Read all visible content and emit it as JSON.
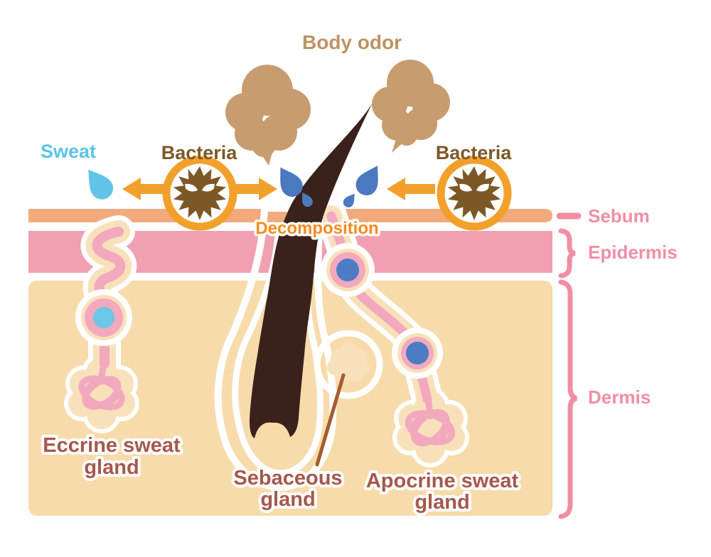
{
  "title": "Body odor formation in skin cross-section",
  "labels": {
    "body_odor": "Body odor",
    "sweat": "Sweat",
    "bacteria_left": "Bacteria",
    "bacteria_right": "Bacteria",
    "decomposition": "Decomposition",
    "sebum": "Sebum",
    "epidermis": "Epidermis",
    "dermis": "Dermis"
  },
  "glands": {
    "eccrine": [
      "Eccrine sweat",
      "gland"
    ],
    "sebaceous": [
      "Sebaceous",
      "gland"
    ],
    "apocrine": [
      "Apocrine sweat",
      "gland"
    ]
  },
  "icons": {
    "bacteria": "spiky-microbe-with-angry-eyes-in-orange-ring",
    "odor_cloud": "smoke-puff-cloud",
    "sweat_drop": "water-droplet",
    "arrows": "orange-horizontal-arrows",
    "hair": "hair-shaft-with-forked-root",
    "braces": "pink-curly-brackets"
  },
  "colors": {
    "background": "#FFFFFF",
    "odor_text": "#BE9264",
    "cloud": "#C79C6E",
    "sweat_text": "#5BC3E8",
    "drop_light": "#62C4E8",
    "drop_dark": "#4B79BF",
    "bacteria_text": "#7D5827",
    "bacteria_body": "#7D5827",
    "orange": "#F2A02C",
    "decomposition_text": "#F68A1E",
    "sebum": "#F2AA7C",
    "epidermis": "#F1A0B1",
    "dermis": "#F7DBAB",
    "halo": "#F8E1BA",
    "gland_pink": "#F2A9BE",
    "node_blue": "#4C7CC4",
    "node_cyan": "#6CC6E6",
    "hair": "#3A211B",
    "gland_text": "#A5584C",
    "layer_text": "#F18EA4",
    "pointer_line": "#A35C31"
  }
}
